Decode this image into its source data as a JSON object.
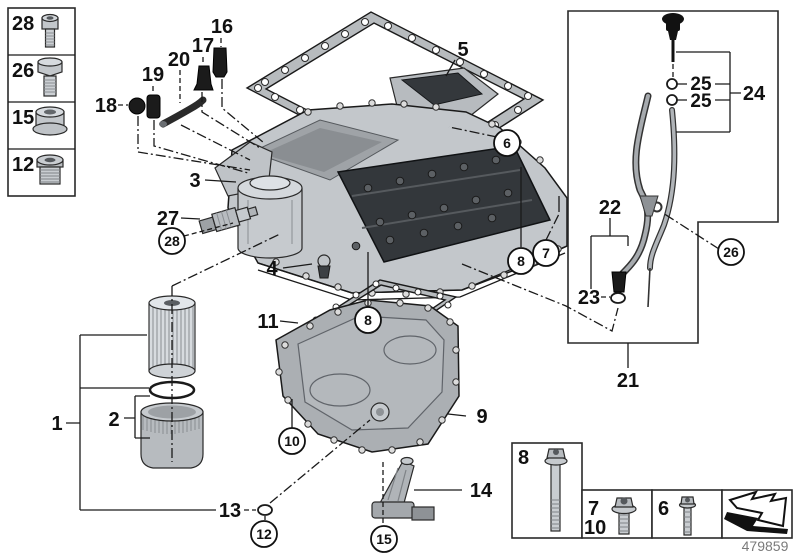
{
  "legend_left": {
    "items": [
      {
        "label": "28",
        "icon": "socket-head-screw-icon"
      },
      {
        "label": "26",
        "icon": "hex-bolt-icon"
      },
      {
        "label": "15",
        "icon": "flange-nut-icon"
      },
      {
        "label": "12",
        "icon": "oil-drain-plug-icon"
      }
    ]
  },
  "callouts": {
    "plain": {
      "n1": "1",
      "n2": "2",
      "n3": "3",
      "n4": "4",
      "n5": "5",
      "n9": "9",
      "n11": "11",
      "n13": "13",
      "n14": "14",
      "n16": "16",
      "n17": "17",
      "n18": "18",
      "n19": "19",
      "n20": "20",
      "n21": "21",
      "n22": "22",
      "n23": "23",
      "n24": "24",
      "n25a": "25",
      "n25b": "25",
      "n27": "27"
    },
    "circled": {
      "c6": "6",
      "c7": "7",
      "c8_pan": "8",
      "c8_gasket": "8",
      "c10": "10",
      "c12": "12",
      "c15": "15",
      "c26": "26",
      "c28": "28"
    }
  },
  "legend_bottom": {
    "box_8": {
      "label": "8",
      "icon": "long-bolt-icon"
    },
    "box_7_10": {
      "labels": [
        "7",
        "10"
      ],
      "icon": "bolt-with-washer-icon"
    },
    "box_6": {
      "label": "6",
      "icon": "small-bolt-icon"
    },
    "box_arrow": {
      "icon": "direction-arrow-icon"
    }
  },
  "footer": {
    "doc_number": "479859"
  }
}
